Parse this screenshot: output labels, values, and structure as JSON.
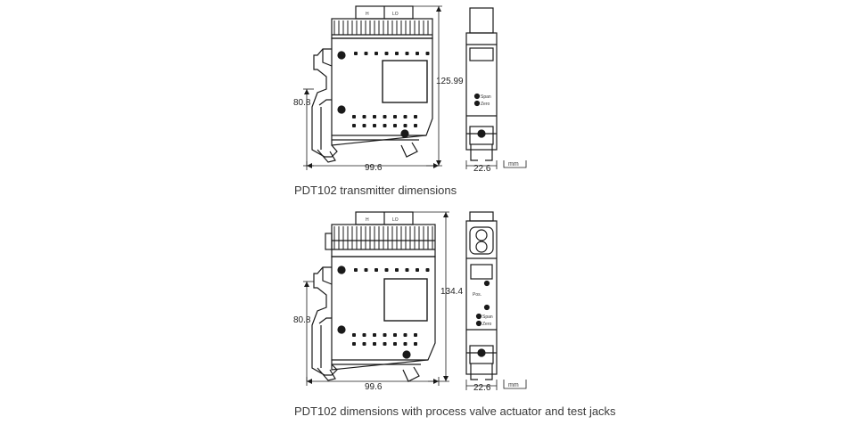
{
  "diagram1": {
    "terminal_left": "H",
    "terminal_right": "LO",
    "height": "125.99",
    "din_height": "80.8",
    "width": "99.6",
    "side_width": "22.6",
    "unit": "mm",
    "side_labels": [
      "Span",
      "Zero"
    ],
    "caption": "PDT102 transmitter dimensions"
  },
  "diagram2": {
    "terminal_left": "H",
    "terminal_right": "LO",
    "height": "134.4",
    "din_height": "80.8",
    "width": "99.6",
    "side_width": "22.6",
    "unit": "mm",
    "side_labels": [
      "Span",
      "Zero",
      "Pos."
    ],
    "caption": "PDT102 dimensions with process valve actuator and test jacks"
  }
}
